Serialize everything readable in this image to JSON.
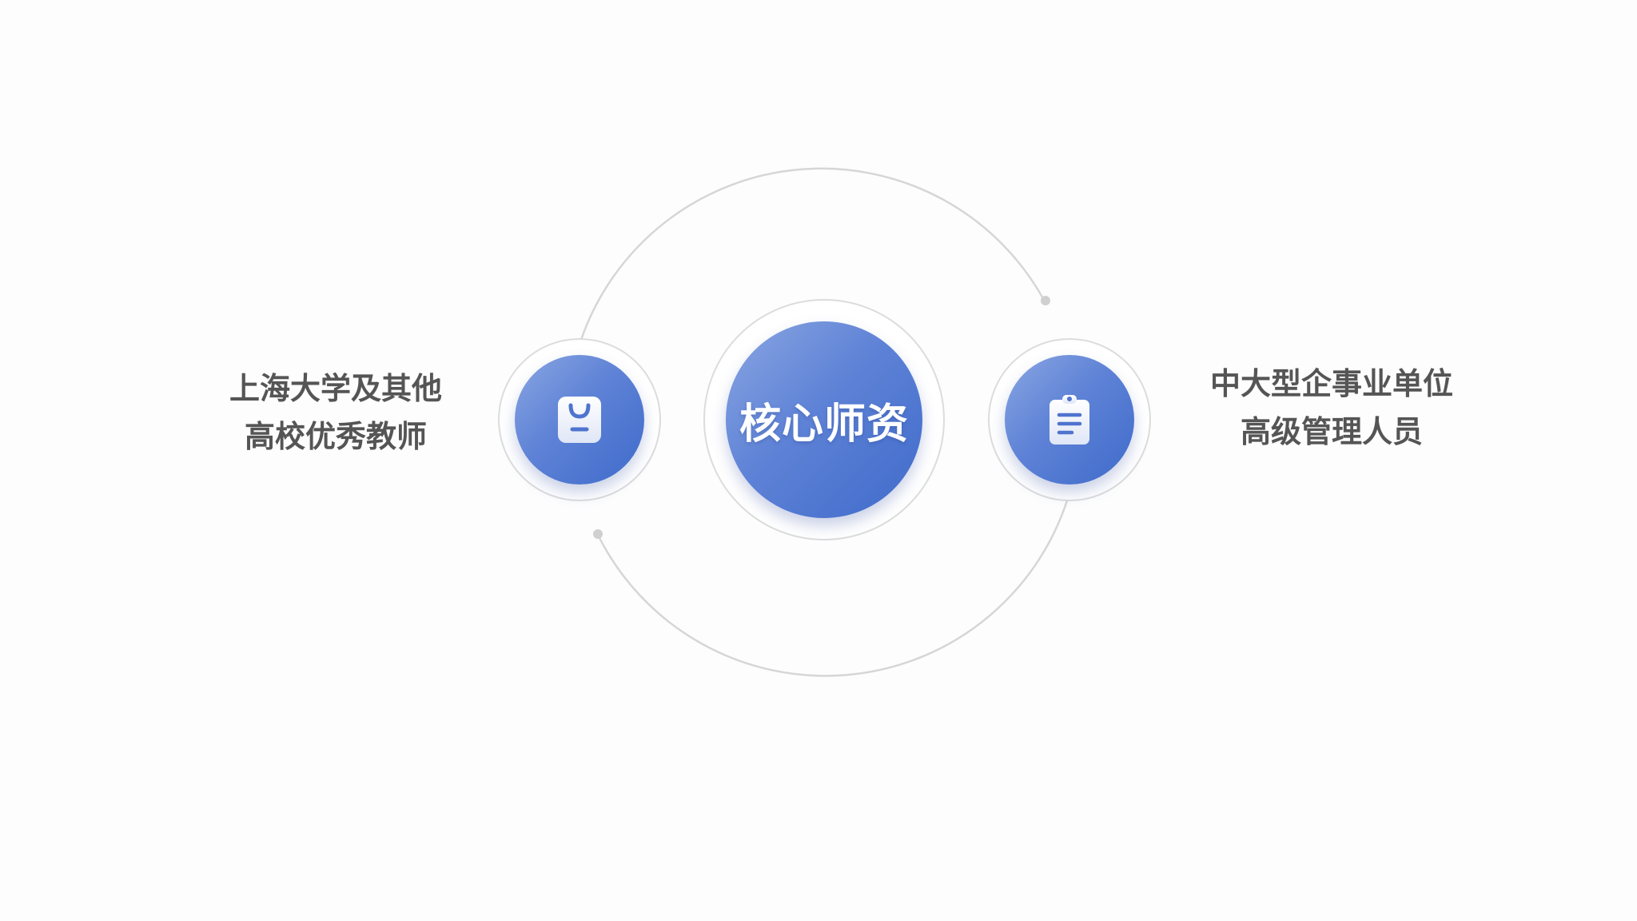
{
  "center": {
    "label": "核心师资"
  },
  "left": {
    "icon": "shopping-bag-icon",
    "lines": [
      "上海大学及其他",
      "高校优秀教师"
    ]
  },
  "right": {
    "icon": "clipboard-icon",
    "lines": [
      "中大型企事业单位",
      "高级管理人员"
    ]
  },
  "colors": {
    "disc_light": "#8aa6e2",
    "disc_dark": "#3f6bcb",
    "orbit_line": "#d6d6d6",
    "text": "#555555"
  }
}
